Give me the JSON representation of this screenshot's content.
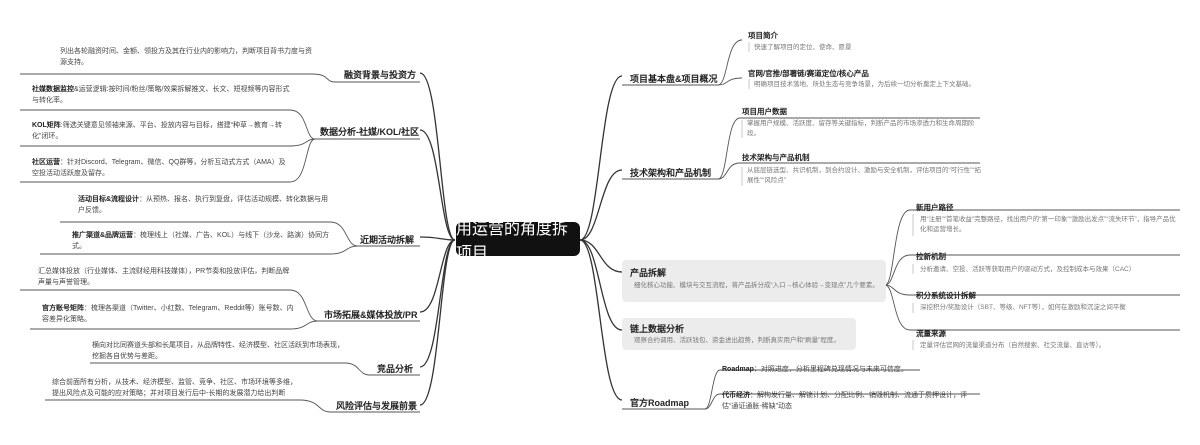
{
  "root": {
    "title": "用运营的角度拆项目"
  },
  "left": {
    "financing": {
      "title": "融资背景与投资方",
      "leaves": [
        "列出各轮融资时间、金额、领投方及其在行业内的影响力，判断项目背书力度与资源支持。"
      ]
    },
    "data": {
      "title": "数据分析-社媒/KOL/社区",
      "leaves": [
        {
          "label": "社媒数据监控",
          "text": "&运营逻辑:按时间/粉丝/策略/效果拆解推文、长文、短视频等内容形式与转化率。"
        },
        {
          "label": "KOL矩阵",
          "text": ":筛选关键意见领袖来源、平台、投放内容与目标，搭建“种草→教育→转化”闭环。"
        },
        {
          "label": "社区运营",
          "text": "：针对Discord、Telegram、微信、QQ群等，分析互动式方式（AMA）及空投活动活跃度及留存。"
        }
      ]
    },
    "events": {
      "title": "近期活动拆解",
      "leaves": [
        {
          "label": "活动目标&流程设计",
          "text": "：从预热、报名、执行到复盘，评估活动规模、转化数据与用户反馈。"
        },
        {
          "label": "推广渠道&品牌运营",
          "text": "：梳理线上（社媒、广告、KOL）与线下（沙龙、路演）协同方式。"
        }
      ]
    },
    "market": {
      "title": "市场拓展&媒体投放/PR",
      "leaves": [
        {
          "label": "",
          "text": "汇总媒体投放（行业媒体、主流财经用科技媒体），PR节奏和投放评估，判断品牌声量与声誉管理。"
        },
        {
          "label": "官方账号矩阵",
          "text": "：梳理各渠道（Twitter、小红数、Telegram、Reddit等）账号数、内容差异化策略。"
        }
      ]
    },
    "competitor": {
      "title": "竞品分析",
      "leaves": [
        "横向对比同赛道头部和长尾项目，从品牌特性、经济模型、社区活跃到市场表现，挖掘各自优势与差距。"
      ]
    },
    "risk": {
      "title": "风险评估与发展前景",
      "leaves": [
        "综合前面所有分析，从技术、经济模型、监管、竞争、社区、市场环境等多维，提出风险点及可能的应对策略；并对项目发行后中-长期的发展潜力给出判断"
      ]
    }
  },
  "right": {
    "basics": {
      "title": "项目基本盘&项目概况",
      "subs": [
        {
          "title": "项目简介",
          "note": "快速了解项目的定位、使命、愿景"
        },
        {
          "title": "官网/官推/部署链/赛道定位/核心产品",
          "note": "明确项目技术落地、所处生态与竞争场景，为后续一切分析奠定上下文基础。"
        }
      ]
    },
    "tech": {
      "title": "技术架构和产品机制",
      "subs": [
        {
          "title": "项目用户数据",
          "note": "掌握用户规模、活跃度、留存等关键指标，判断产品的市场渗透力和生命周期阶段。"
        },
        {
          "title": "技术架构与产品机制",
          "note": "从底层链选型、共识机制，到合约设计、激励与安全机制，评估项目的“可行性”“拓展性”“风险点”"
        }
      ]
    },
    "product": {
      "title": "产品拆解",
      "note": "细化核心功能、模块与交互流程，将产品拆分成“入口→核心体验→变现点”几个要素。",
      "subs": [
        {
          "title": "新用户路径",
          "note": "用“注册”“首笔收益”完整路径，找出用户的“第一印象”“激励出发点”“流失环节”，指导产品优化和运营增长。"
        },
        {
          "title": "拉新机制",
          "note": "分析邀请、空投、活跃等获取用户的驱动方式，及控制成本与效果（CAC）"
        },
        {
          "title": "积分系统设计拆解",
          "note": "深挖积分/奖励设计（SBT、等级、NFT等），如何在激励和沉淀之间平衡"
        },
        {
          "title": "流量来源",
          "note": "定量评估官网的流量渠道分布（自然搜索、社交流量、直访等）。"
        }
      ]
    },
    "onchain": {
      "title": "链上数据分析",
      "note": "观察合约调用、活跃钱包、资金进出趋势，判断真实用户和“刷量”程度。"
    },
    "roadmap": {
      "title": "官方Roadmap",
      "leaves": [
        {
          "label": "Roadmap",
          "text": "：对照进度，分析里程碑兑现情况与未来可信度。"
        },
        {
          "label": "代币经济",
          "text": "：解构发行量、解锁计划、分配比例、销毁机制、流通于质押设计，评估“通证通胀-稀缺”动态"
        }
      ]
    }
  }
}
